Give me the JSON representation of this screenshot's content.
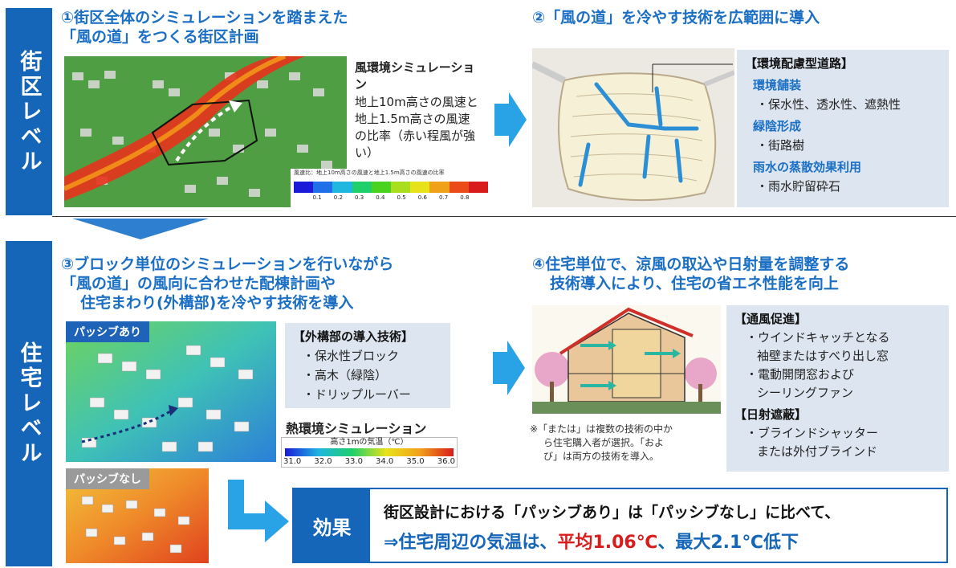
{
  "bands": {
    "district": "街区レベル",
    "housing": "住宅レベル"
  },
  "s1": {
    "title_l1": "①街区全体のシミュレーションを踏まえた",
    "title_l2": "「風の道」をつくる街区計画",
    "sim_title": "風環境シミュレーション",
    "sim_desc": "地上10m高さの風速と地上1.5m高さの風速の比率（赤い程風が強い）",
    "legend_caption": "風速比：地上10m高さの風速と地上1.5m高さの風速の比率",
    "legend_ticks": [
      "0.1",
      "0.2",
      "0.3",
      "0.4",
      "0.5",
      "0.6",
      "0.7",
      "0.8"
    ],
    "legend_colors": [
      "#1a1ad8",
      "#1f6fe8",
      "#1fb6e0",
      "#1ecf6a",
      "#49d21e",
      "#a8de1c",
      "#e8e21a",
      "#f0a11a",
      "#ea4b18",
      "#d81c1c"
    ]
  },
  "s2": {
    "title": "②「風の道」を冷やす技術を広範囲に導入",
    "box_title": "【環境配慮型道路】",
    "g1_title": "環境舗装",
    "g1_item": "・保水性、透水性、遮熱性",
    "g2_title": "緑陰形成",
    "g2_item": "・街路樹",
    "g3_title": "雨水の蒸散効果利用",
    "g3_item": "・雨水貯留砕石"
  },
  "s3": {
    "title_l1": "③ブロック単位のシミュレーションを行いながら",
    "title_l2": "「風の道」の風向に合わせた配棟計画や",
    "title_l3": "住宅まわり(外構部)を冷やす技術を導入",
    "label_with": "パッシブあり",
    "label_without": "パッシブなし",
    "box_title": "【外構部の導入技術】",
    "items": [
      "・保水性ブロック",
      "・高木（緑陰）",
      "・ドリップルーバー"
    ],
    "sim_title": "熱環境シミュレーション",
    "scale_caption": "高さ1mの気温（℃）",
    "scale_ticks": [
      "31.0",
      "32.0",
      "33.0",
      "34.0",
      "35.0",
      "36.0"
    ]
  },
  "s4": {
    "title_l1": "④住宅単位で、涼風の取込や日射量を調整する",
    "title_l2": "技術導入により、住宅の省エネ性能を向上",
    "box_title1": "【通風促進】",
    "items1": [
      "・ウインドキャッチとなる",
      "袖壁またはすべり出し窓",
      "・電動開閉窓および",
      "シーリングファン"
    ],
    "box_title2": "【日射遮蔽】",
    "items2": [
      "・ブラインドシャッター",
      "または外付ブラインド"
    ],
    "note_l1": "※「または」は複数の技術の中か",
    "note_l2": "ら住宅購入者が選択。「およ",
    "note_l3": "び」は両方の技術を導入。"
  },
  "effect": {
    "label": "効果",
    "line1": "街区設計における「パッシブあり」は「パッシブなし」に比べて、",
    "line2_prefix": "⇒住宅周辺の気温は、",
    "line2_avg": "平均1.06℃",
    "line2_mid": "、",
    "line2_max": "最大2.1℃低下"
  }
}
